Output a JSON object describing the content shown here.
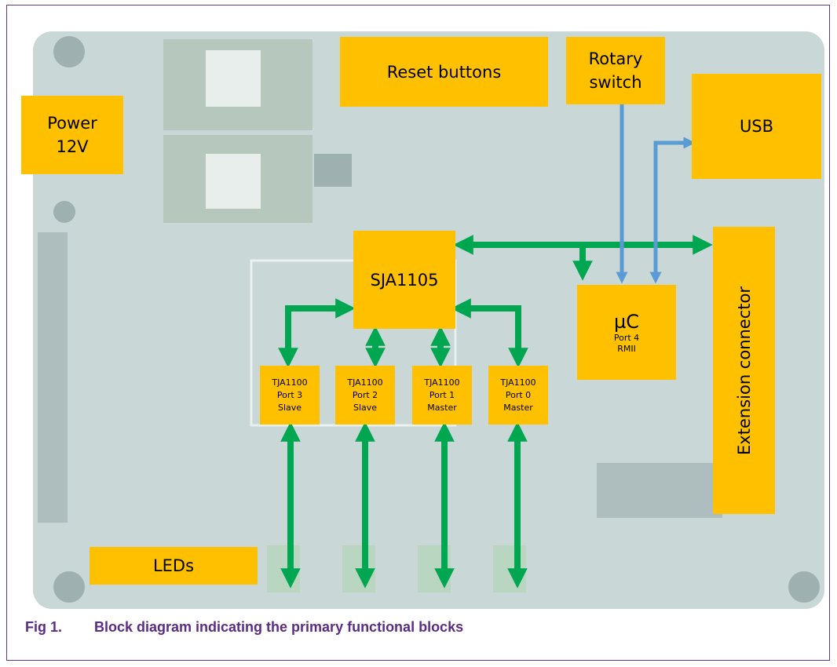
{
  "diagram": {
    "blocks": {
      "power": [
        "Power",
        "12V"
      ],
      "reset": "Reset buttons",
      "rotary": [
        "Rotary",
        "switch"
      ],
      "usb": "USB",
      "sja": "SJA1105",
      "uc_title": "µC",
      "uc_sub": [
        "Port 4",
        "RMII"
      ],
      "extension": "Extension connector",
      "leds": "LEDs",
      "tja3": [
        "TJA1100",
        "Port 3",
        "Slave"
      ],
      "tja2": [
        "TJA1100",
        "Port 2",
        "Slave"
      ],
      "tja1": [
        "TJA1100",
        "Port 1",
        "Master"
      ],
      "tja0": [
        "TJA1100",
        "Port 0",
        "Master"
      ]
    },
    "colors": {
      "block": "#ffc000",
      "green_arrow": "#00a650",
      "blue_arrow": "#5b9bd5",
      "caption": "#5b2c83"
    }
  },
  "caption": {
    "number": "Fig 1.",
    "text": "Block diagram indicating the primary functional blocks"
  }
}
